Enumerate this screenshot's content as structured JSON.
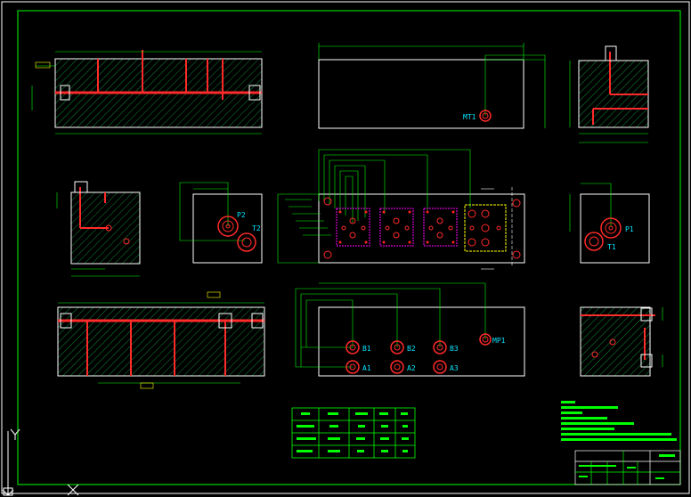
{
  "colors": {
    "background": "#000000",
    "frame": "#ffffff",
    "dimension": "#00ff00",
    "outline": "#ffffff",
    "hatch": "#00aa44",
    "passage": "#ff2a2a",
    "label": "#00e5ff",
    "center": "#ff2020",
    "valve_outline": "#ff00ff",
    "yellow": "#ffff00"
  },
  "port_labels": {
    "mt1": "MT1",
    "p2": "P2",
    "t2": "T2",
    "p1": "P1",
    "t1": "T1",
    "b1": "B1",
    "b2": "B2",
    "b3": "B3",
    "a1": "A1",
    "a2": "A2",
    "a3": "A3",
    "mp1": "MP1"
  },
  "ucs_icon": {
    "y_label": "Y",
    "x_label": "X"
  }
}
